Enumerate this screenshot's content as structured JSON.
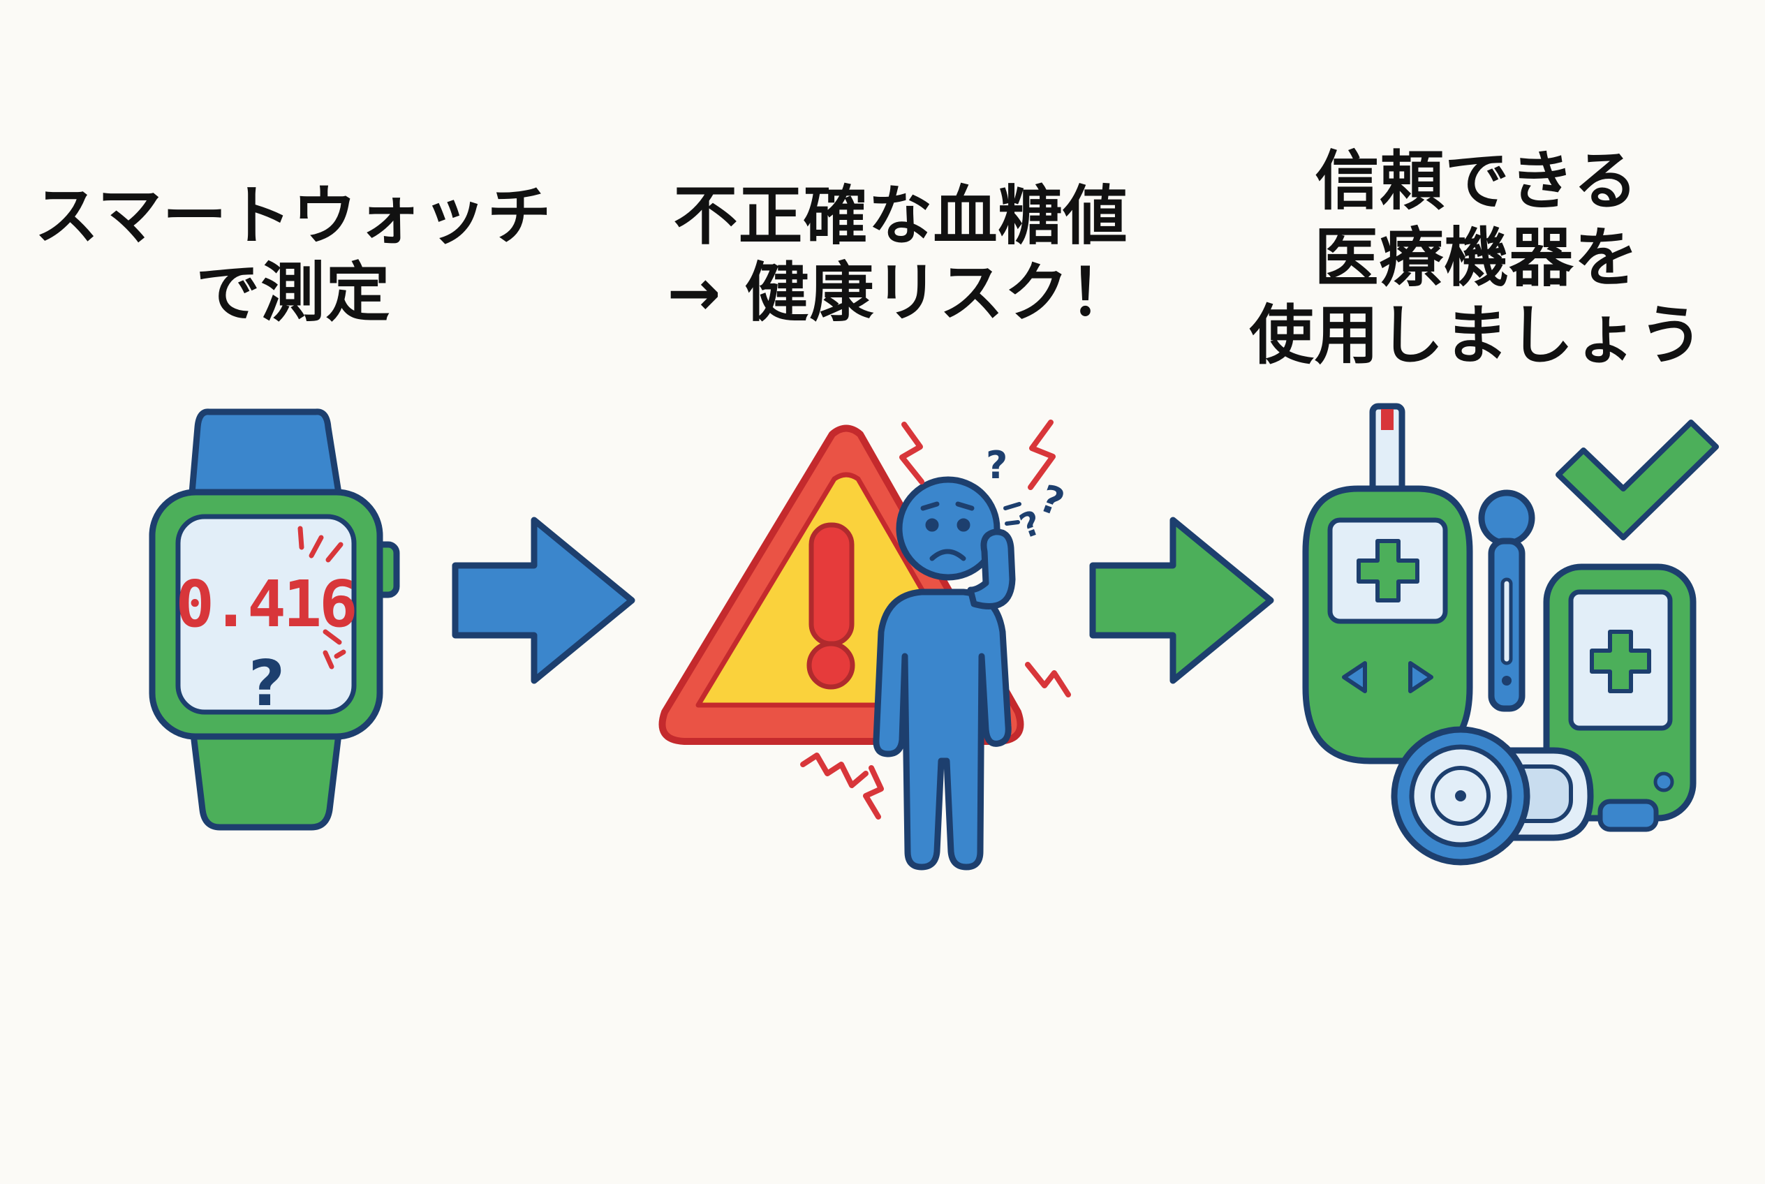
{
  "step1": {
    "caption_lines": [
      "スマートウォッチ",
      "で測定"
    ],
    "watch_reading": "0.416",
    "question_mark": "?",
    "icon": "smartwatch-icon"
  },
  "arrow1": {
    "color": "#3b86cc",
    "icon": "right-arrow-icon"
  },
  "step2": {
    "caption_lines": [
      "不正確な血糖値",
      "→ 健康リスク！"
    ],
    "warning_mark": "!",
    "question_marks": [
      "?",
      "?",
      "?"
    ],
    "icon": "warning-triangle-icon"
  },
  "arrow2": {
    "color": "#4caf5a",
    "icon": "right-arrow-icon"
  },
  "step3": {
    "caption_lines": [
      "信頼できる",
      "医療機器を",
      "使用しましょう"
    ],
    "icon": "medical-devices-icon"
  },
  "colors": {
    "blue": "#3b86cc",
    "green": "#4caf5a",
    "outline": "#1d3f6e",
    "red": "#d8363a",
    "yellow": "#fad23c",
    "screen": "#e2eef8"
  }
}
